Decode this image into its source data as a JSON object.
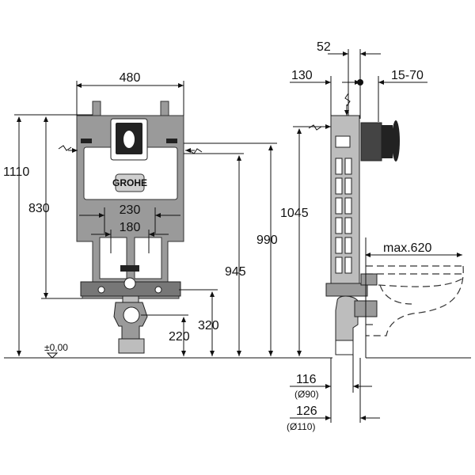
{
  "front_view": {
    "width_480": "480",
    "height_1110": "1110",
    "height_830": "830",
    "spacing_230": "230",
    "spacing_180": "180",
    "height_990": "990",
    "height_945": "945",
    "height_320": "320",
    "height_220": "220",
    "floor_level": "±0,00",
    "brand": "GROHE"
  },
  "side_view": {
    "dim_52": "52",
    "dim_130": "130",
    "dim_15_70": "15-70",
    "height_1045": "1045",
    "max_620": "max.620",
    "dim_116": "116",
    "dia_90": "(Ø90)",
    "dim_126": "126",
    "dia_110": "(Ø110)"
  }
}
